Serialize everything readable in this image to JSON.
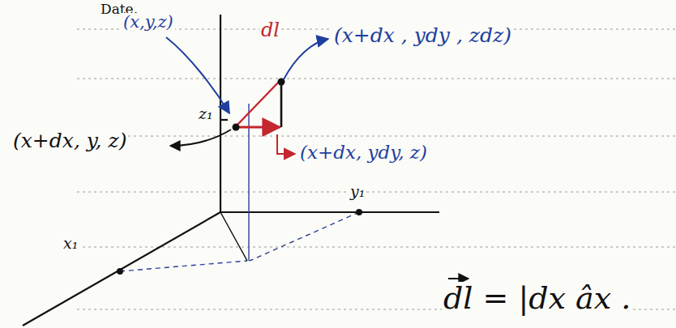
{
  "diagram": {
    "nodes": [],
    "edges": [],
    "labels": [
      "Date.",
      "(x,y,z)",
      "dl",
      "(x+dx , ydy , zdz)",
      "z₁",
      "(x+dx, y, z)",
      "(x+dx, ydy, z)",
      "y₁",
      "x₁",
      "dl = |dx âx ."
    ]
  }
}
